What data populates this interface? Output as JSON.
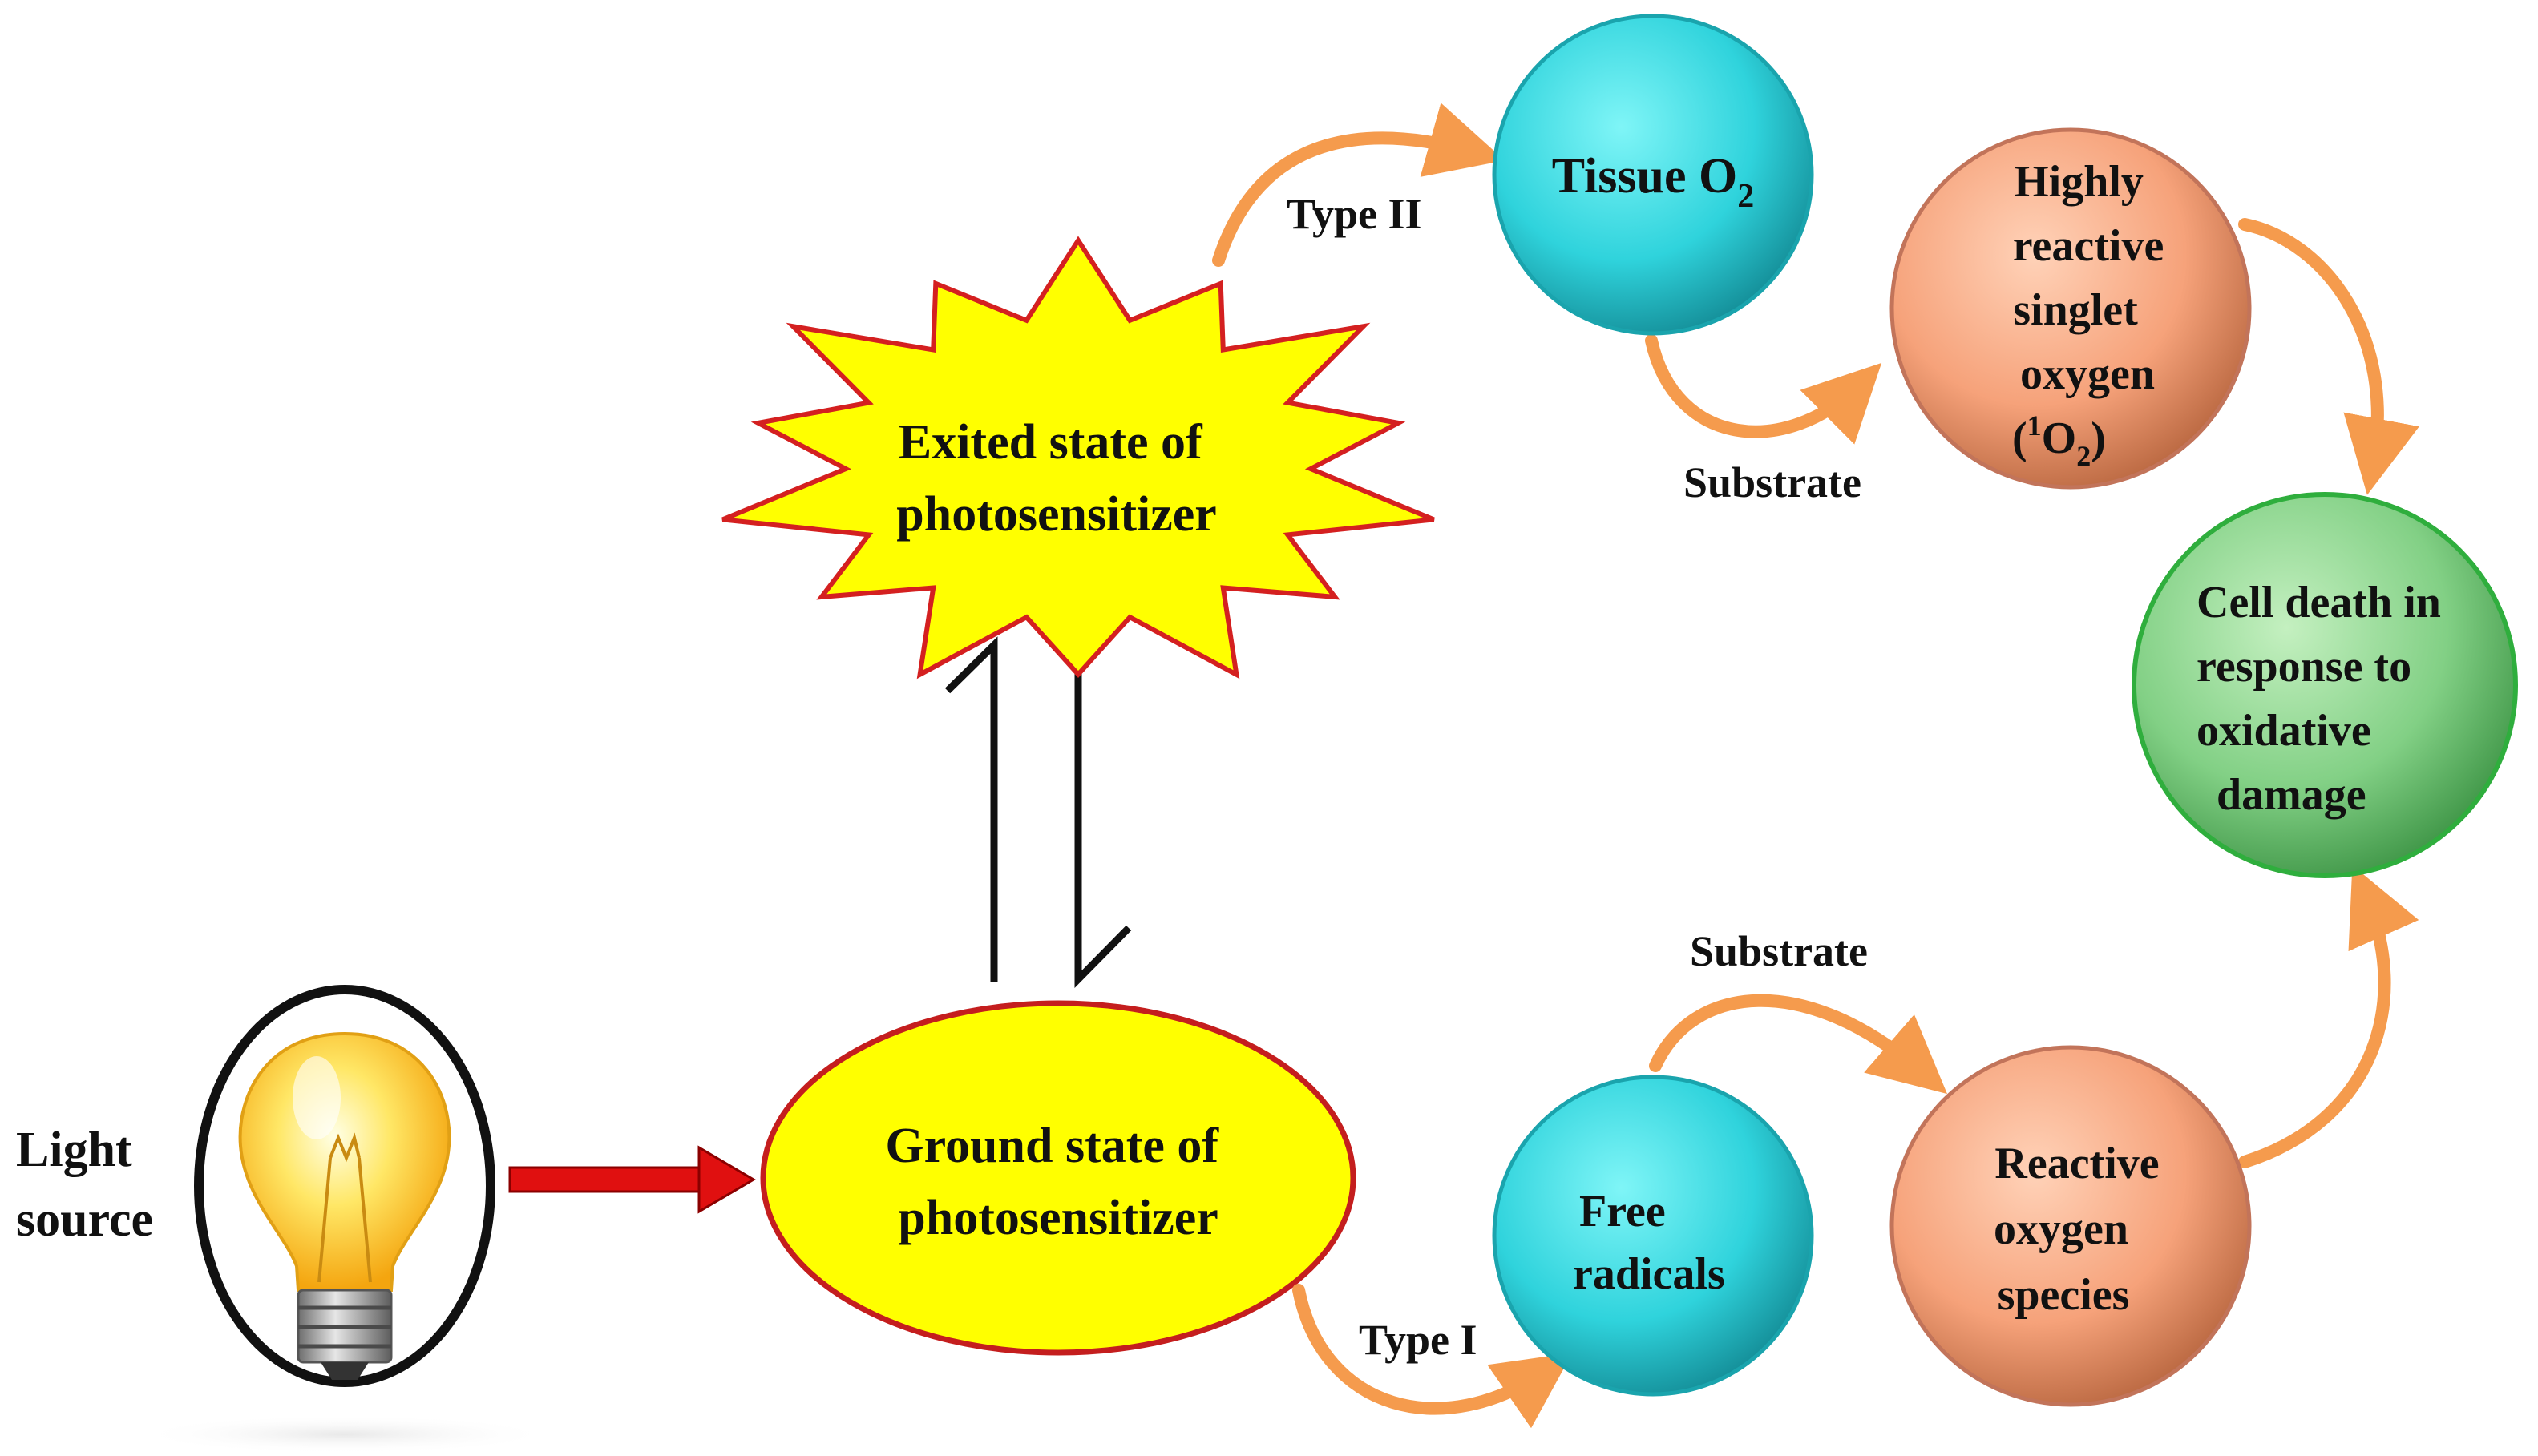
{
  "nodes": {
    "light_source": {
      "line1": "Light",
      "line2": "source"
    },
    "ground_state": {
      "line1": "Ground  state of",
      "line2": "photosensitizer"
    },
    "excited_state": {
      "line1": "Exited  state of",
      "line2": "photosensitizer"
    },
    "tissue_o2": {
      "text": "Tissue O",
      "sub": "2"
    },
    "singlet_oxygen": {
      "line1": "Highly",
      "line2": "reactive",
      "line3": "singlet",
      "line4": "oxygen",
      "line5_open": "(",
      "line5_sup": "1",
      "line5_o": "O",
      "line5_sub": "2",
      "line5_close": ")"
    },
    "cell_death": {
      "line1": "Cell death in",
      "line2": "response to",
      "line3": "oxidative",
      "line4": "damage"
    },
    "free_radicals": {
      "line1": "Free",
      "line2": "radicals"
    },
    "ros": {
      "line1": "Reactive",
      "line2": "oxygen",
      "line3": "species"
    }
  },
  "edge_labels": {
    "type_ii": "Type II",
    "type_i": "Type I",
    "substrate_top": "Substrate",
    "substrate_bottom": "Substrate"
  },
  "colors": {
    "star_fill": "#ffff00",
    "star_stroke": "#d42020",
    "ellipse_fill": "#ffff00",
    "ellipse_stroke": "#c41e1e",
    "cyan": "#38d8de",
    "salmon": "#f5a882",
    "green": "#80cf84",
    "orange_arrow": "#f59b4d",
    "red_arrow": "#e01010"
  }
}
